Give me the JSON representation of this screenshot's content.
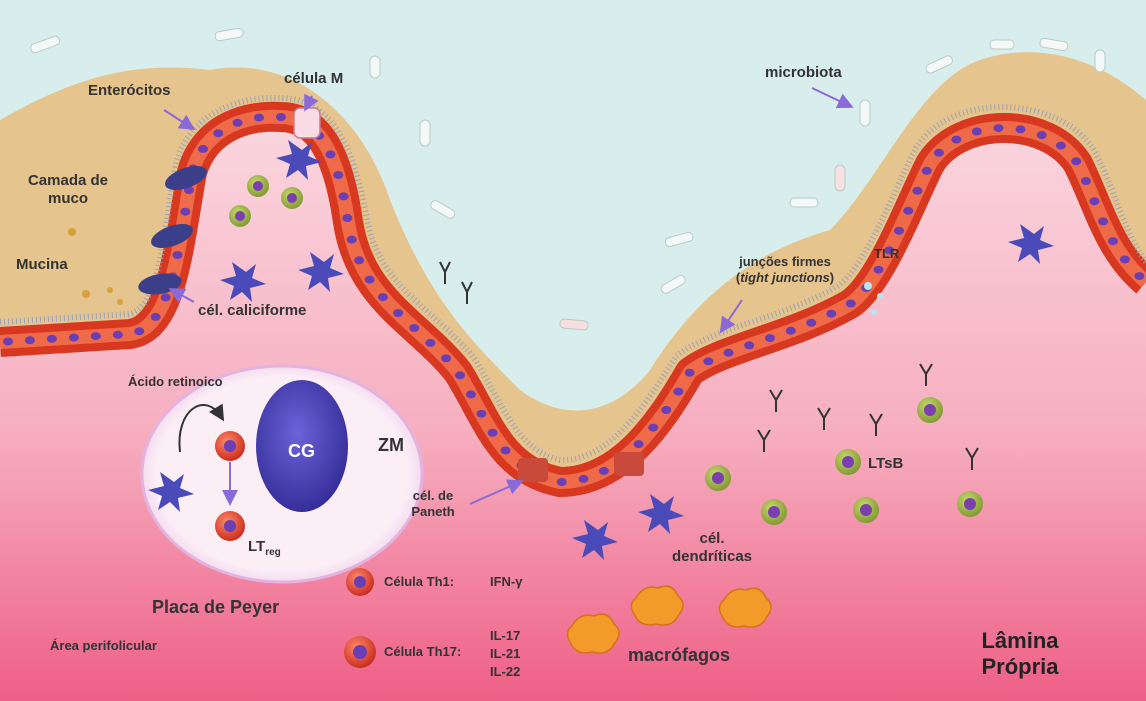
{
  "diagram": {
    "labels": {
      "enterocitos": "Enterócitos",
      "celula_m": "célula M",
      "microbiota": "microbiota",
      "camada_de_muco": "Camada de muco",
      "mucina": "Mucina",
      "cel_caliciforme": "cél. caliciforme",
      "acido_retinoico": "Ácido retinoico",
      "cg": "CG",
      "zm": "ZM",
      "lt_reg_main": "LT",
      "lt_reg_sub": "reg",
      "placa_de_peyer": "Placa de Peyer",
      "area_perifolicular": "Área perifolicular",
      "cel_de_paneth": "cél. de Paneth",
      "celula_th1": "Célula Th1:",
      "ifn_gamma": "IFN-γ",
      "celula_th17": "Célula Th17:",
      "il_17": "IL-17",
      "il_21": "IL-21",
      "il_22": "IL-22",
      "cel_dendriticas": "cél. dendríticas",
      "macrofagos": "macrófagos",
      "juncoes_firmes": "junções firmes",
      "tight_junctions": "tight junctions",
      "tlr": "TLR",
      "ltsb": "LTsB",
      "lamina_propria": "Lâmina Própria"
    },
    "colors": {
      "lumen": "#d6eeee",
      "mucus": "#e3b97c",
      "lamina_propria": "#f7b9c8",
      "lamina_propria_deep": "#f0678a",
      "enterocyte": "#e2452a",
      "nucleus": "#6a3fb5",
      "germinal_center": "#4a3fb0",
      "arrow": "#8a6ad8",
      "macrophage": "#f29b2a"
    }
  }
}
